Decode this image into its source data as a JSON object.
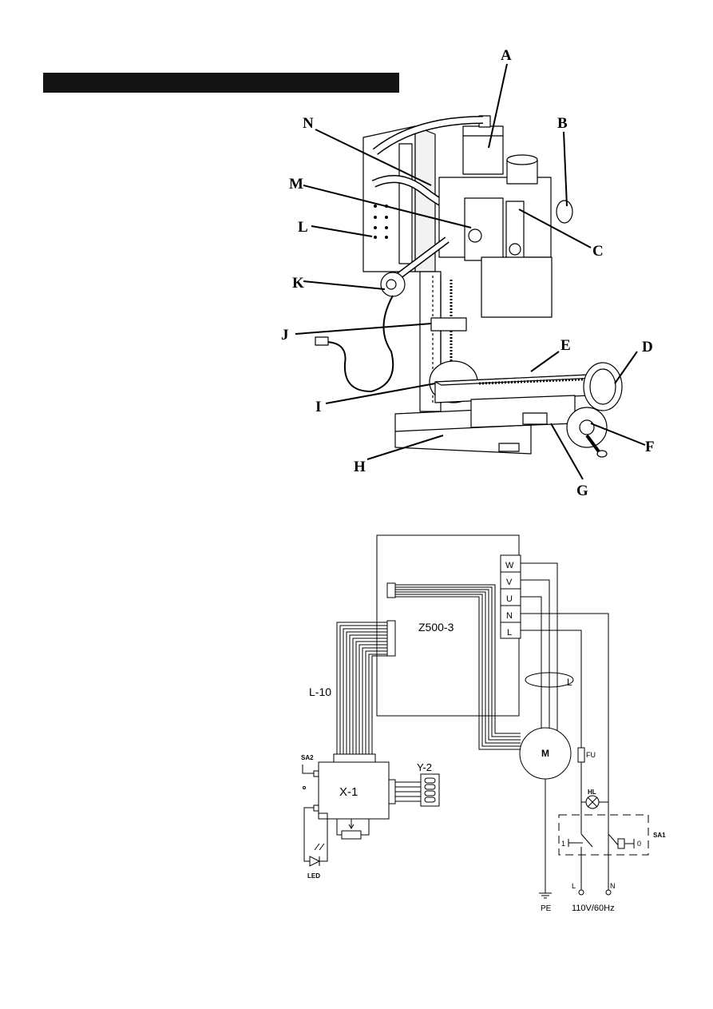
{
  "header": {
    "bar_color": "#141414"
  },
  "machine_figure": {
    "callouts": [
      "A",
      "B",
      "C",
      "D",
      "E",
      "F",
      "G",
      "H",
      "I",
      "J",
      "K",
      "L",
      "M",
      "N"
    ]
  },
  "wiring_diagram": {
    "terminals": [
      "W",
      "V",
      "U",
      "N",
      "L"
    ],
    "labels": {
      "controller": "Z500-3",
      "cable": "L-10",
      "ring": "L",
      "motor": "M",
      "fuse": "FU",
      "lamp": "HL",
      "main_switch": "SA1",
      "switch_on": "1",
      "switch_off": "0",
      "sa2": "SA2",
      "board": "X-1",
      "connector": "Y-2",
      "led": "LED",
      "pe": "PE",
      "line": "L",
      "neutral": "N",
      "supply": "110V/60Hz"
    }
  }
}
